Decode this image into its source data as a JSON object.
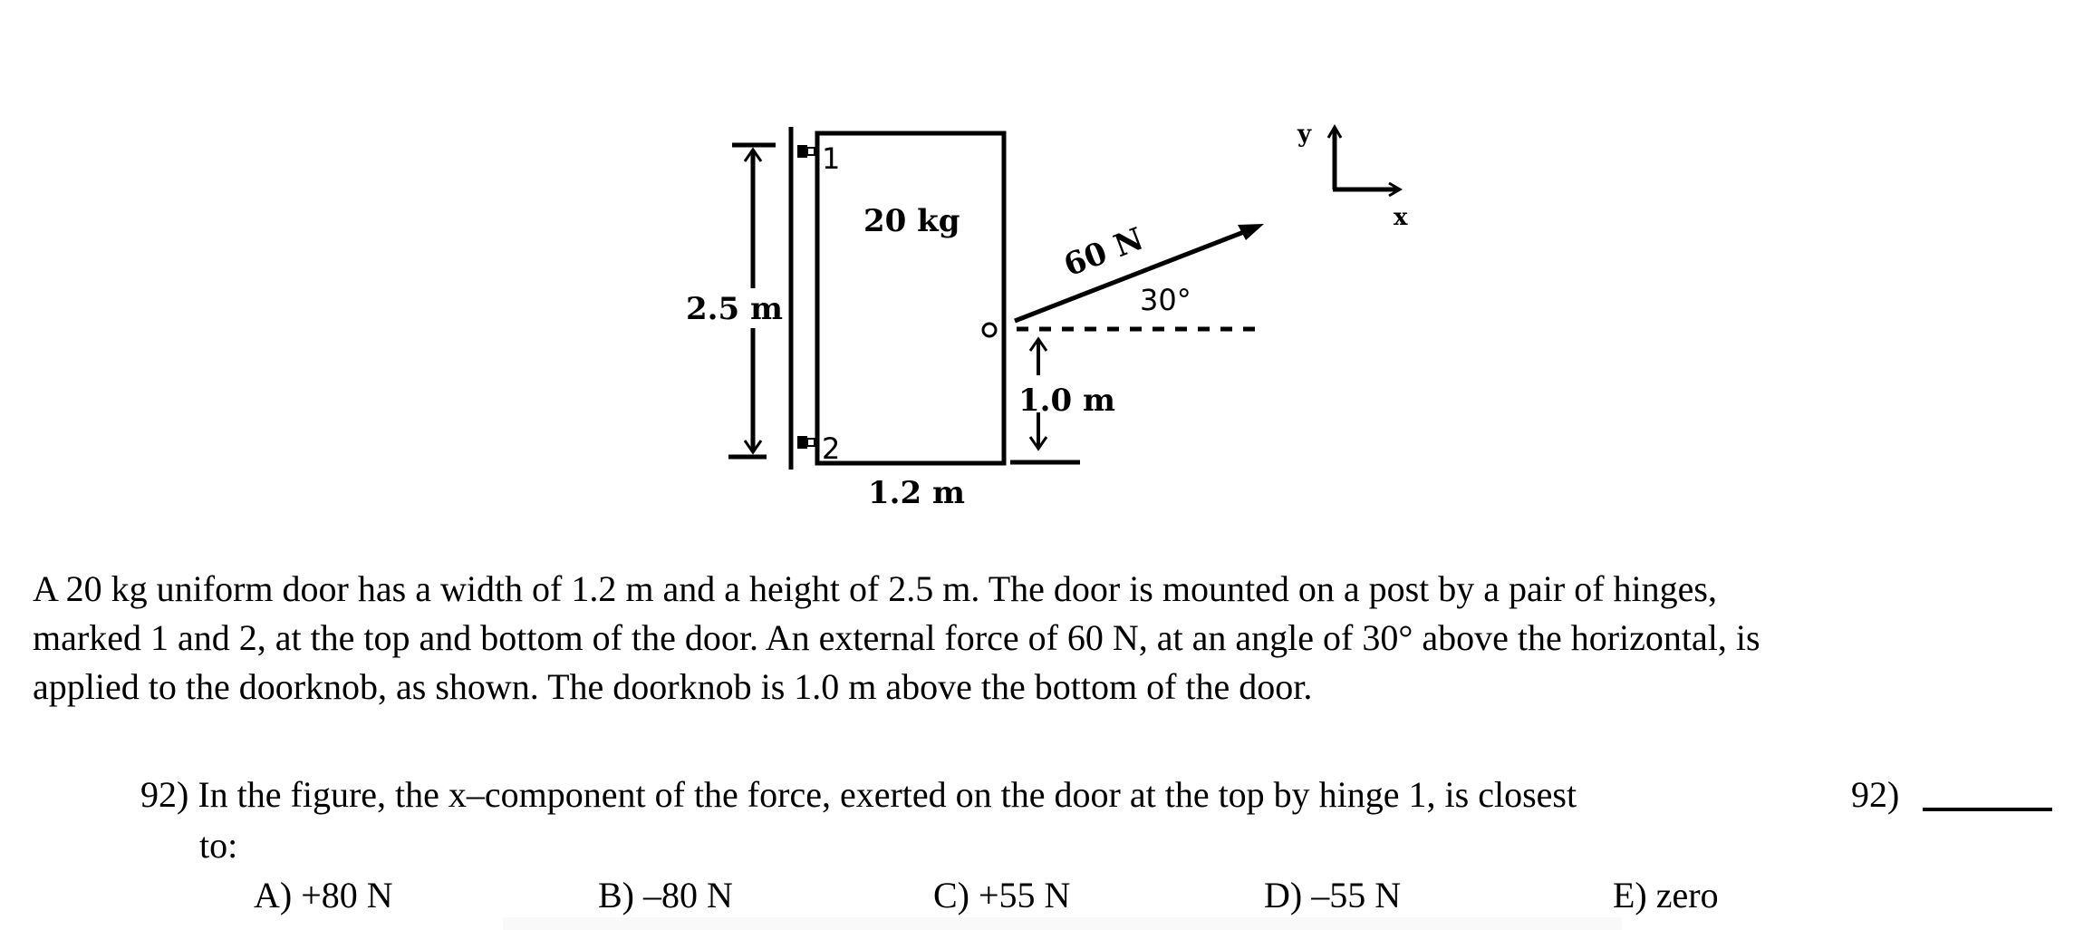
{
  "figure": {
    "mass_label": "20 kg",
    "height_label": "2.5 m",
    "width_label": "1.2 m",
    "knob_height_label": "1.0 m",
    "force_label": "60 N",
    "angle_label": "30°",
    "hinge_top_label": "1",
    "hinge_bottom_label": "2",
    "axis_x_label": "x",
    "axis_y_label": "y"
  },
  "problem": {
    "lines": [
      "A 20 kg uniform door has a width of 1.2 m and a height of 2.5 m. The door is mounted on a post by a pair of hinges,",
      "marked 1 and 2, at the top and bottom of the door. An external force of 60 N, at an angle of 30° above the horizontal, is",
      "applied to the doorknob, as shown. The doorknob is 1.0 m above the bottom of the door."
    ]
  },
  "question": {
    "number": "92)",
    "text_line1": "92) In the figure, the x–component of the force, exerted on the door at the top by hinge 1, is closest",
    "text_line2": "to:",
    "answer_label": "92)",
    "choices": [
      {
        "label": "A) +80 N"
      },
      {
        "label": "B) –80 N"
      },
      {
        "label": "C) +55 N"
      },
      {
        "label": "D) –55 N"
      },
      {
        "label": "E) zero"
      }
    ]
  }
}
